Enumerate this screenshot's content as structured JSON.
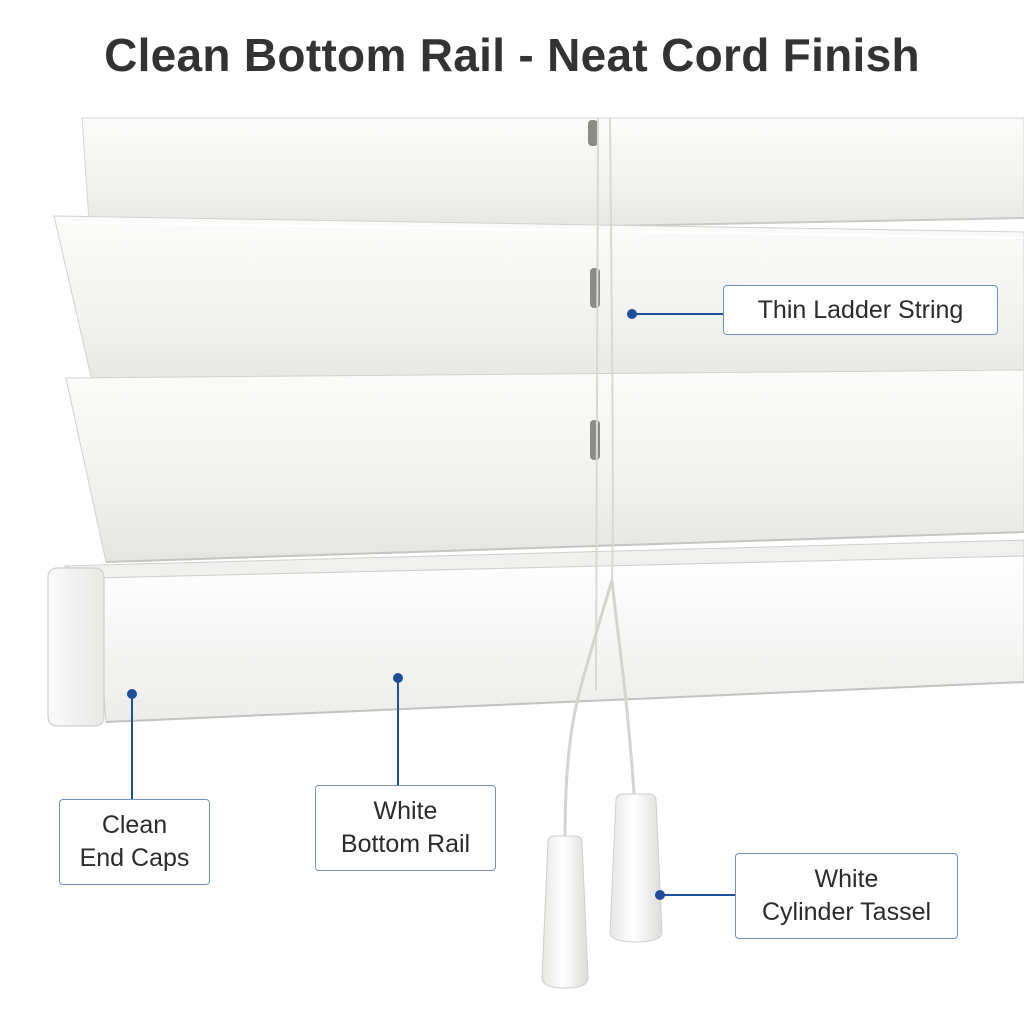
{
  "title": "Clean Bottom Rail - Neat Cord Finish",
  "labels": {
    "ladder": "Thin Ladder String",
    "end_caps_line1": "Clean",
    "end_caps_line2": "End Caps",
    "rail_line1": "White",
    "rail_line2": "Bottom Rail",
    "tassel_line1": "White",
    "tassel_line2": "Cylinder Tassel"
  },
  "colors": {
    "accent": "#1f4e9c",
    "callout_border": "#6f8fc4",
    "title": "#333333",
    "slat": "#f4f4f2",
    "rail": "#f7f7f5"
  }
}
